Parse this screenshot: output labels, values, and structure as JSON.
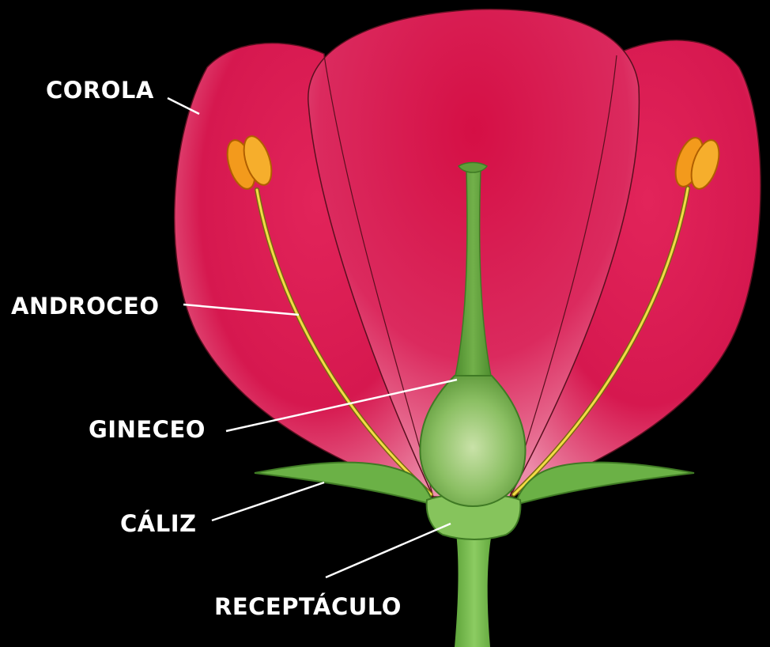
{
  "colors": {
    "background": "#000000",
    "petal": "#d90f47",
    "petal_light": "#f1a0b8",
    "petal_outline": "#5a0f1f",
    "stamen_filament": "#f2dc45",
    "anther": "#f39a1c",
    "pistil": "#5f9e3a",
    "ovary": "#a9cf82",
    "sepal": "#6bb146",
    "receptacle": "#86c45c",
    "label_text": "#ffffff",
    "pointer_line": "#ffffff"
  },
  "labels": {
    "corola": "COROLA",
    "androceo": "ANDROCEO",
    "gineceo": "GINECEO",
    "caliz": "CÁLIZ",
    "receptaculo": "RECEPTÁCULO"
  }
}
